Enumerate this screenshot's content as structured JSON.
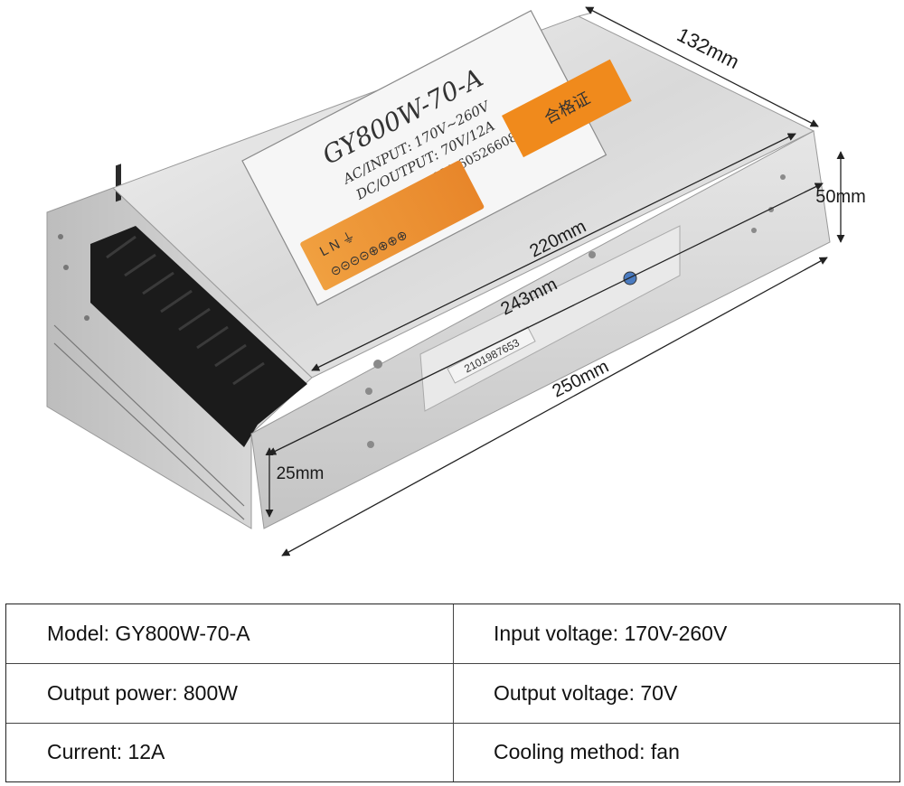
{
  "dimensions": {
    "depth": "132mm",
    "height": "50mm",
    "inner_length": "220mm",
    "mid_length": "243mm",
    "total_length": "250mm",
    "end_height": "25mm"
  },
  "product_label": {
    "model": "GY800W-70-A",
    "ac_input": "AC/INPUT: 170V~260V",
    "dc_output": "DC/OUTPUT: 70V/12A",
    "phone": "021-60526608",
    "terminals_top": "L  N  ⏚",
    "terminals_bottom": "⊝⊝⊝⊝⊕⊕⊕⊕"
  },
  "cert_sticker": {
    "text": "合格证"
  },
  "serial_sticker": {
    "text": "2101987653"
  },
  "specs": [
    {
      "left": "Model: GY800W-70-A",
      "right": "Input voltage: 170V-260V"
    },
    {
      "left": "Output power: 800W",
      "right": "Output voltage: 70V"
    },
    {
      "left": "Current: 12A",
      "right": "Cooling method: fan"
    }
  ]
}
